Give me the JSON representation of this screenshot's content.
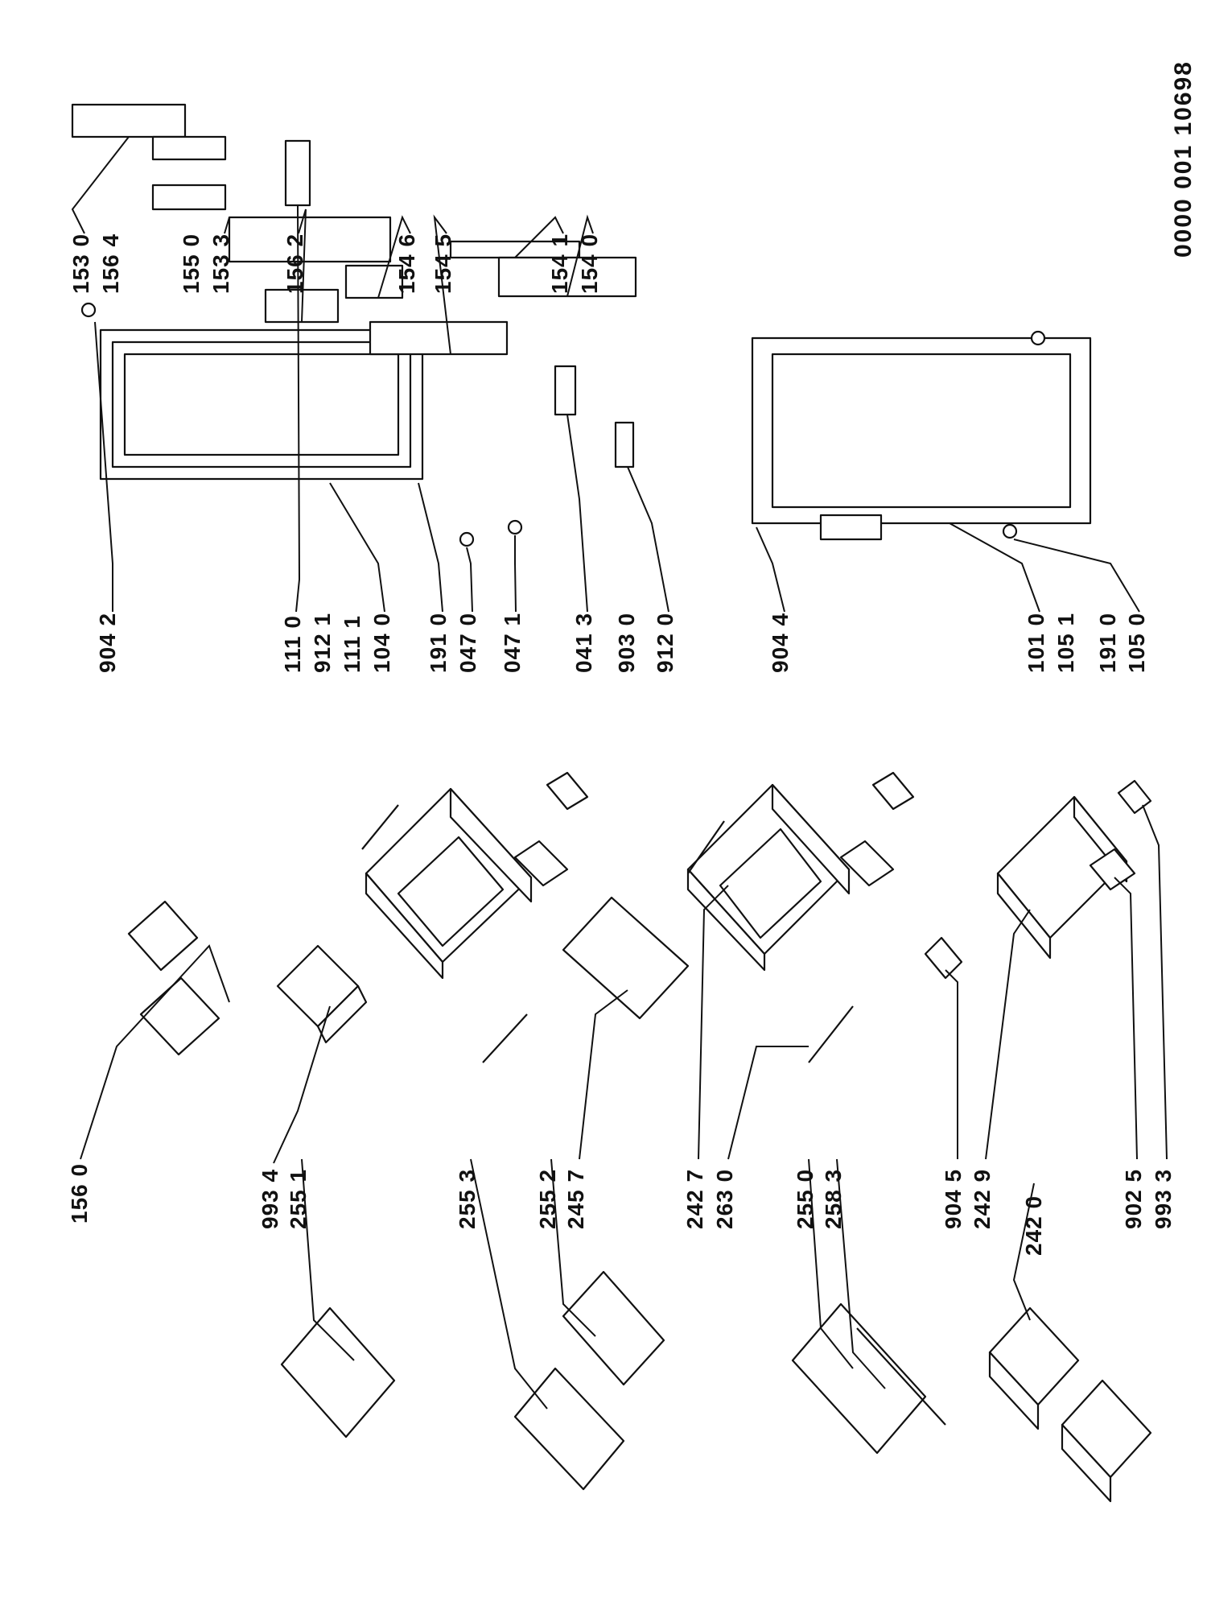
{
  "document_number": "0000 001 10698",
  "callouts": [
    {
      "id": "c1",
      "labels": [
        "156 0"
      ]
    },
    {
      "id": "c2",
      "labels": [
        "993 4",
        "255 1"
      ]
    },
    {
      "id": "c3",
      "labels": [
        "255 3"
      ]
    },
    {
      "id": "c4",
      "labels": [
        "255 2",
        "245 7"
      ]
    },
    {
      "id": "c5",
      "labels": [
        "242 7",
        "263 0"
      ]
    },
    {
      "id": "c6",
      "labels": [
        "255 0",
        "258 3"
      ]
    },
    {
      "id": "c7",
      "labels": [
        "904 5",
        "242 9"
      ]
    },
    {
      "id": "c8",
      "labels": [
        "242 0"
      ]
    },
    {
      "id": "c9",
      "labels": [
        "902 5",
        "993 3"
      ]
    },
    {
      "id": "c10",
      "labels": [
        "904 2"
      ]
    },
    {
      "id": "c11",
      "labels": [
        "111 0",
        "912 1",
        "111 1",
        "104 0",
        "191 0",
        "047 0",
        "047 1"
      ]
    },
    {
      "id": "c12",
      "labels": [
        "041 3",
        "903 0",
        "912 0"
      ]
    },
    {
      "id": "c13",
      "labels": [
        "904 4"
      ]
    },
    {
      "id": "c14",
      "labels": [
        "101 0",
        "105 1",
        "191 0",
        "105 0"
      ]
    },
    {
      "id": "c15",
      "labels": [
        "153 0",
        "156 4"
      ]
    },
    {
      "id": "c16",
      "labels": [
        "155 0",
        "153 3"
      ]
    },
    {
      "id": "c17",
      "labels": [
        "156 2"
      ]
    },
    {
      "id": "c18",
      "labels": [
        "154 6",
        "154 5"
      ]
    },
    {
      "id": "c19",
      "labels": [
        "154 1",
        "154 0"
      ]
    }
  ]
}
